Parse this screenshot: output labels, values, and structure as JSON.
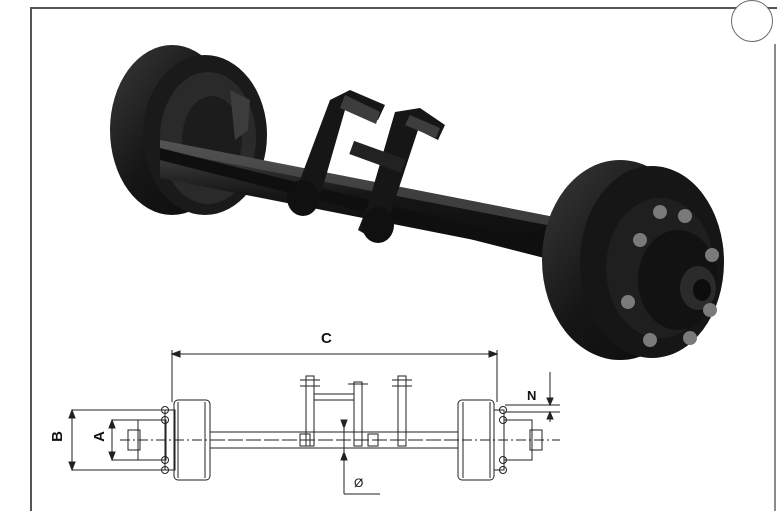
{
  "dimensions": {
    "c": "C",
    "n": "N",
    "b": "B",
    "a": "A",
    "diameter": "Ø"
  },
  "colors": {
    "frame": "#555555",
    "axle_black": "#141414",
    "drum_dark": "#1b1b1b",
    "highlight": "#5a5a5a",
    "line": "#222222"
  }
}
